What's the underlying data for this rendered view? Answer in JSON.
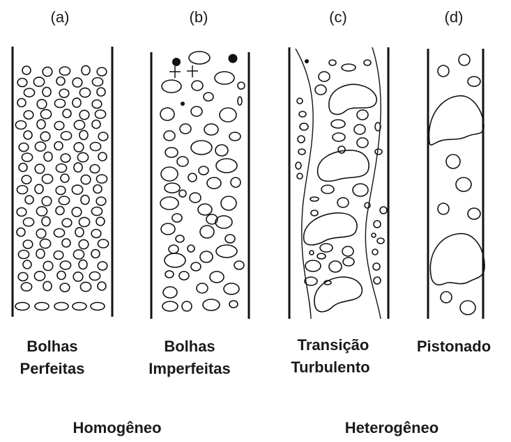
{
  "panels": [
    {
      "id": "a",
      "label": "(a)",
      "caption_line1": "Bolhas",
      "caption_line2": "Perfeitas"
    },
    {
      "id": "b",
      "label": "(b)",
      "caption_line1": "Bolhas",
      "caption_line2": "Imperfeitas"
    },
    {
      "id": "c",
      "label": "(c)",
      "caption_line1": "Transição",
      "caption_line2": "Turbulento"
    },
    {
      "id": "d",
      "label": "(d)",
      "caption_line1": "Pistonado",
      "caption_line2": ""
    }
  ],
  "regimes": {
    "homogeneous": "Homogêneo",
    "heterogeneous": "Heterogêneo"
  },
  "colors": {
    "ink": "#111111",
    "background": "#ffffff"
  }
}
